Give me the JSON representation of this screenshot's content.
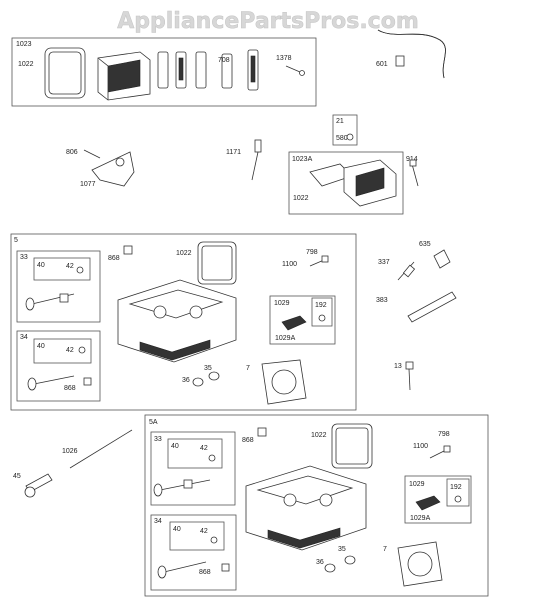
{
  "watermark": "AppliancePartsPros.com",
  "labels": {
    "l1023": "1023",
    "l1022a": "1022",
    "l708": "708",
    "l1378": "1378",
    "l601": "601",
    "l21": "21",
    "l580": "580",
    "l806": "806",
    "l1077": "1077",
    "l1171": "1171",
    "l1023A": "1023A",
    "l914": "914",
    "l1022b": "1022",
    "l5": "5",
    "l33a": "33",
    "l40a": "40",
    "l42a": "42",
    "l868a": "868",
    "l1022c": "1022",
    "l798a": "798",
    "l1100a": "1100",
    "l1029a": "1029",
    "l192a": "192",
    "l1029Aa": "1029A",
    "l34a": "34",
    "l40b": "40",
    "l42b": "42",
    "l868b": "868",
    "l36a": "36",
    "l35a": "35",
    "l7a": "7",
    "l635": "635",
    "l337": "337",
    "l383": "383",
    "l13": "13",
    "l1026": "1026",
    "l45": "45",
    "l5A": "5A",
    "l33b": "33",
    "l40c": "40",
    "l42c": "42",
    "l868c": "868",
    "l1022d": "1022",
    "l798b": "798",
    "l1100b": "1100",
    "l1029b": "1029",
    "l192b": "192",
    "l1029Ab": "1029A",
    "l34b": "34",
    "l40d": "40",
    "l42d": "42",
    "l868d": "868",
    "l35b": "35",
    "l36b": "36",
    "l7b": "7"
  }
}
